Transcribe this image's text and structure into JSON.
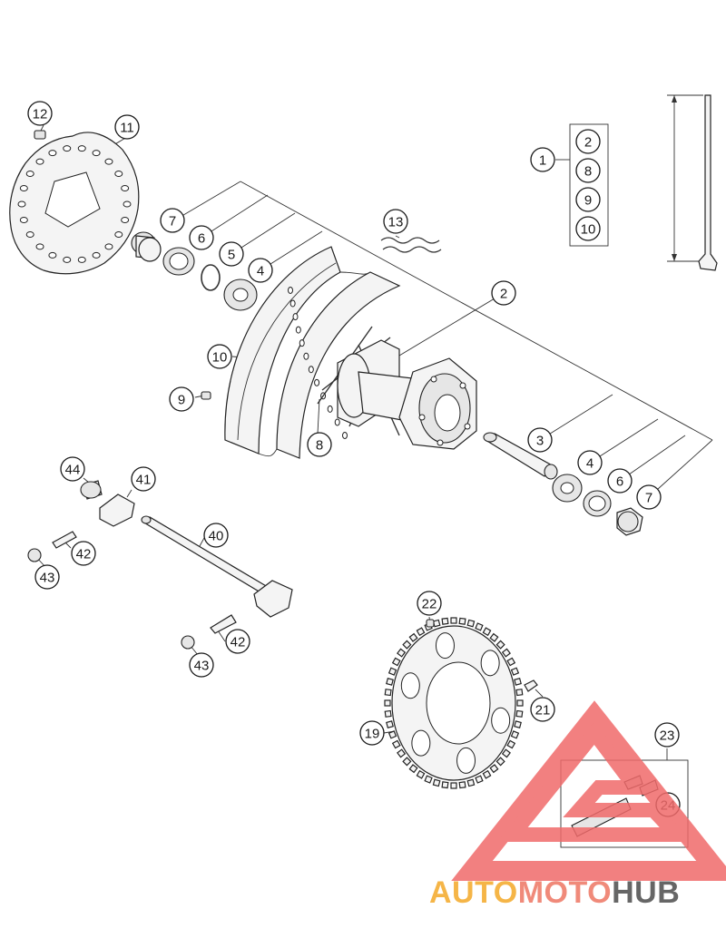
{
  "diagram": {
    "callouts": [
      {
        "id": "c12",
        "label": "12"
      },
      {
        "id": "c11",
        "label": "11"
      },
      {
        "id": "c7a",
        "label": "7"
      },
      {
        "id": "c6a",
        "label": "6"
      },
      {
        "id": "c5",
        "label": "5"
      },
      {
        "id": "c4a",
        "label": "4"
      },
      {
        "id": "c13",
        "label": "13"
      },
      {
        "id": "c2",
        "label": "2"
      },
      {
        "id": "c1",
        "label": "1"
      },
      {
        "id": "k2",
        "label": "2"
      },
      {
        "id": "k8",
        "label": "8"
      },
      {
        "id": "k9",
        "label": "9"
      },
      {
        "id": "k10",
        "label": "10"
      },
      {
        "id": "c10",
        "label": "10"
      },
      {
        "id": "c9",
        "label": "9"
      },
      {
        "id": "c8",
        "label": "8"
      },
      {
        "id": "c3",
        "label": "3"
      },
      {
        "id": "c4b",
        "label": "4"
      },
      {
        "id": "c6b",
        "label": "6"
      },
      {
        "id": "c7b",
        "label": "7"
      },
      {
        "id": "c44",
        "label": "44"
      },
      {
        "id": "c41",
        "label": "41"
      },
      {
        "id": "c40",
        "label": "40"
      },
      {
        "id": "c42a",
        "label": "42"
      },
      {
        "id": "c43a",
        "label": "43"
      },
      {
        "id": "c42b",
        "label": "42"
      },
      {
        "id": "c43b",
        "label": "43"
      },
      {
        "id": "c22",
        "label": "22"
      },
      {
        "id": "c21",
        "label": "21"
      },
      {
        "id": "c19",
        "label": "19"
      },
      {
        "id": "c23",
        "label": "23"
      },
      {
        "id": "c24",
        "label": "24"
      }
    ]
  },
  "watermark": {
    "part1": "AUTO",
    "part2": "MOTO",
    "part3": "HUB",
    "colors": {
      "auto": "#f5b547",
      "moto": "#f08a7a",
      "hub": "#666666",
      "logo": "#f06a6a"
    }
  }
}
